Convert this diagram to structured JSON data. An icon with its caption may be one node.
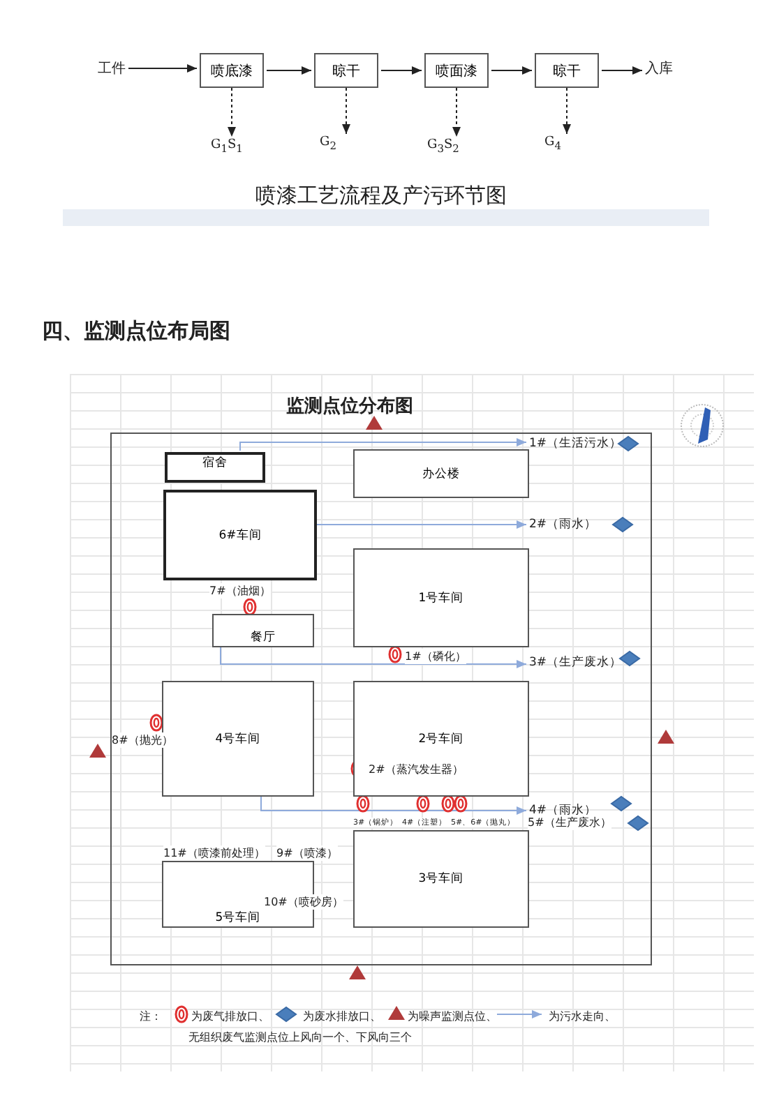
{
  "diagram": {
    "caption": "喷漆工艺流程及产污环节图",
    "nodes": [
      {
        "text": [
          "工件"
        ]
      },
      {
        "text": [
          "喷底漆"
        ]
      },
      {
        "text": [
          "晾干"
        ]
      },
      {
        "text": [
          "喷面漆"
        ]
      },
      {
        "text": [
          "晾干"
        ]
      },
      {
        "text": [
          "入库"
        ]
      },
      {
        "text": [
          "G$_{1}$S$_{1}$"
        ]
      },
      {
        "text": [
          "G$_{2}$"
        ]
      },
      {
        "text": [
          "G$_{3}$S$_{2}$"
        ]
      },
      {
        "text": [
          "G$_{4}$"
        ]
      },
      {
        "text": [],
        "shape": "box"
      },
      {
        "text": [
          "1#（生活污水）"
        ],
        "in": 10
      },
      {
        "text": [
          "宿舍"
        ],
        "in": 10
      },
      {
        "text": [
          "办公楼"
        ],
        "in": 10
      },
      {
        "text": [
          "6#车间"
        ],
        "in": 10
      },
      {
        "text": [
          "2#（雨水）"
        ],
        "in": 10
      },
      {
        "text": [
          "1号车间"
        ],
        "in": 10
      },
      {
        "text": [
          "餐厅"
        ],
        "in": 10
      },
      {
        "text": [
          "3#（生产废水）"
        ],
        "in": 10
      },
      {
        "text": [
          "4号车间"
        ],
        "in": 10
      },
      {
        "text": [
          "2号车间"
        ],
        "in": 10
      },
      {
        "text": [
          "4#（雨水）"
        ],
        "in": 10
      },
      {
        "text": [
          "3号车间"
        ],
        "in": 10
      },
      {
        "text": [
          "5号车间"
        ],
        "in": 10
      }
    ],
    "edges": [
      {
        "from": 0,
        "to": 1,
        "arrow": "to"
      },
      {
        "from": 1,
        "to": 2,
        "arrow": "to"
      },
      {
        "from": 2,
        "to": 3,
        "arrow": "to"
      },
      {
        "from": 3,
        "to": 4,
        "arrow": "to"
      },
      {
        "from": 4,
        "to": 5,
        "arrow": "to"
      },
      {
        "from": 1,
        "to": 6,
        "arrow": "to",
        "style": "dashed"
      },
      {
        "from": 2,
        "to": 7,
        "arrow": "to",
        "style": "dashed"
      },
      {
        "from": 3,
        "to": 8,
        "arrow": "to",
        "style": "dashed"
      },
      {
        "from": 4,
        "to": 9,
        "arrow": "to",
        "style": "dashed"
      },
      {
        "from": 12,
        "to": 11,
        "arrow": "to",
        "color": "#8eaadb"
      },
      {
        "from": 14,
        "to": 15,
        "arrow": "to",
        "color": "#8eaadb"
      },
      {
        "from": 17,
        "to": 18,
        "arrow": "to",
        "color": "#8eaadb"
      },
      {
        "from": 19,
        "to": 21,
        "arrow": "to",
        "color": "#8eaadb"
      }
    ],
    "labels": [
      "四、监测点位布局图",
      "监测点位分布图",
      "7#（油烟）",
      "1#（磷化）",
      "8#（抛光）",
      "2#（蒸汽发生器）",
      "3#（锅炉）",
      "4#（注塑）",
      "5#、6#（抛丸）",
      "5#（生产废水）",
      "11#（喷漆前处理）",
      "9#（喷漆）",
      "10#（喷砂房）",
      "注：",
      "无组织废气监测点位上风向一个、下风向三个"
    ],
    "legend": [
      {
        "text": "为废气排放口、"
      },
      {
        "text": "为废水排放口、"
      },
      {
        "text": "为噪声监测点位、"
      },
      {
        "text": "为污水走向、"
      }
    ]
  }
}
